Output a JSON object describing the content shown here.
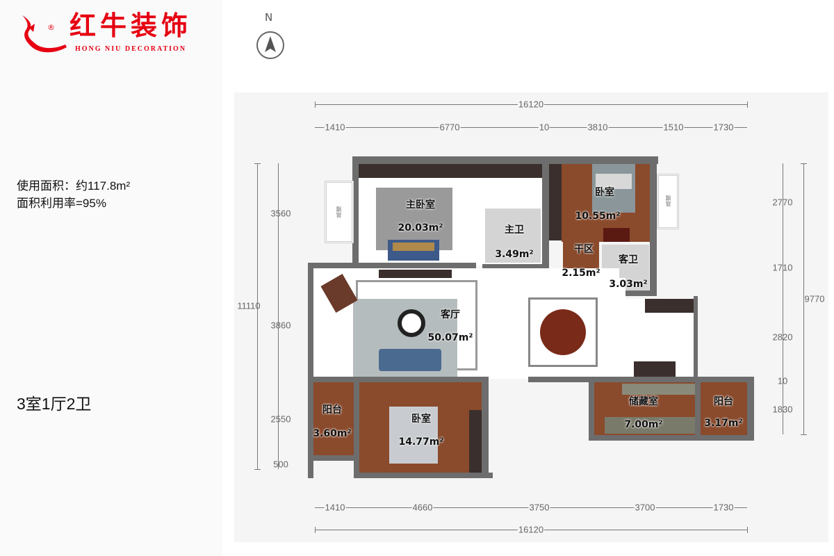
{
  "brand": {
    "name_cn": "红牛装饰",
    "name_en": "HONG NIU DECORATION",
    "registered": "®",
    "color": "#e60012"
  },
  "compass": {
    "label": "N"
  },
  "info": {
    "usable_area": "使用面积：约117.8m²",
    "utilization": "面积利用率=95%",
    "layout": "3室1厅2卫"
  },
  "rooms": [
    {
      "name": "主卧室",
      "area": "20.03m²"
    },
    {
      "name": "主卫",
      "area": "3.49m²"
    },
    {
      "name": "卧室",
      "area": "10.55m²"
    },
    {
      "name": "干区",
      "area": "2.15m²"
    },
    {
      "name": "客卫",
      "area": "3.03m²"
    },
    {
      "name": "客厅",
      "area": "50.07m²"
    },
    {
      "name": "阳台",
      "area": "3.60m²"
    },
    {
      "name": "卧室",
      "area": "14.77m²"
    },
    {
      "name": "储藏室",
      "area": "7.00m²"
    },
    {
      "name": "阳台",
      "area": "3.17m²"
    }
  ],
  "bay_window": "飘窗",
  "dimensions": {
    "top_total": "16120",
    "top": [
      "1410",
      "6770",
      "10",
      "3810",
      "1510",
      "1730"
    ],
    "bottom": [
      "1410",
      "4660",
      "3750",
      "3700",
      "1730"
    ],
    "bottom_total": "16120",
    "left_total": "11110",
    "left": [
      "3560",
      "3860",
      "2550",
      "500"
    ],
    "right": [
      "2770",
      "1710",
      "2820",
      "10",
      "1830"
    ],
    "right_total": "9770"
  }
}
